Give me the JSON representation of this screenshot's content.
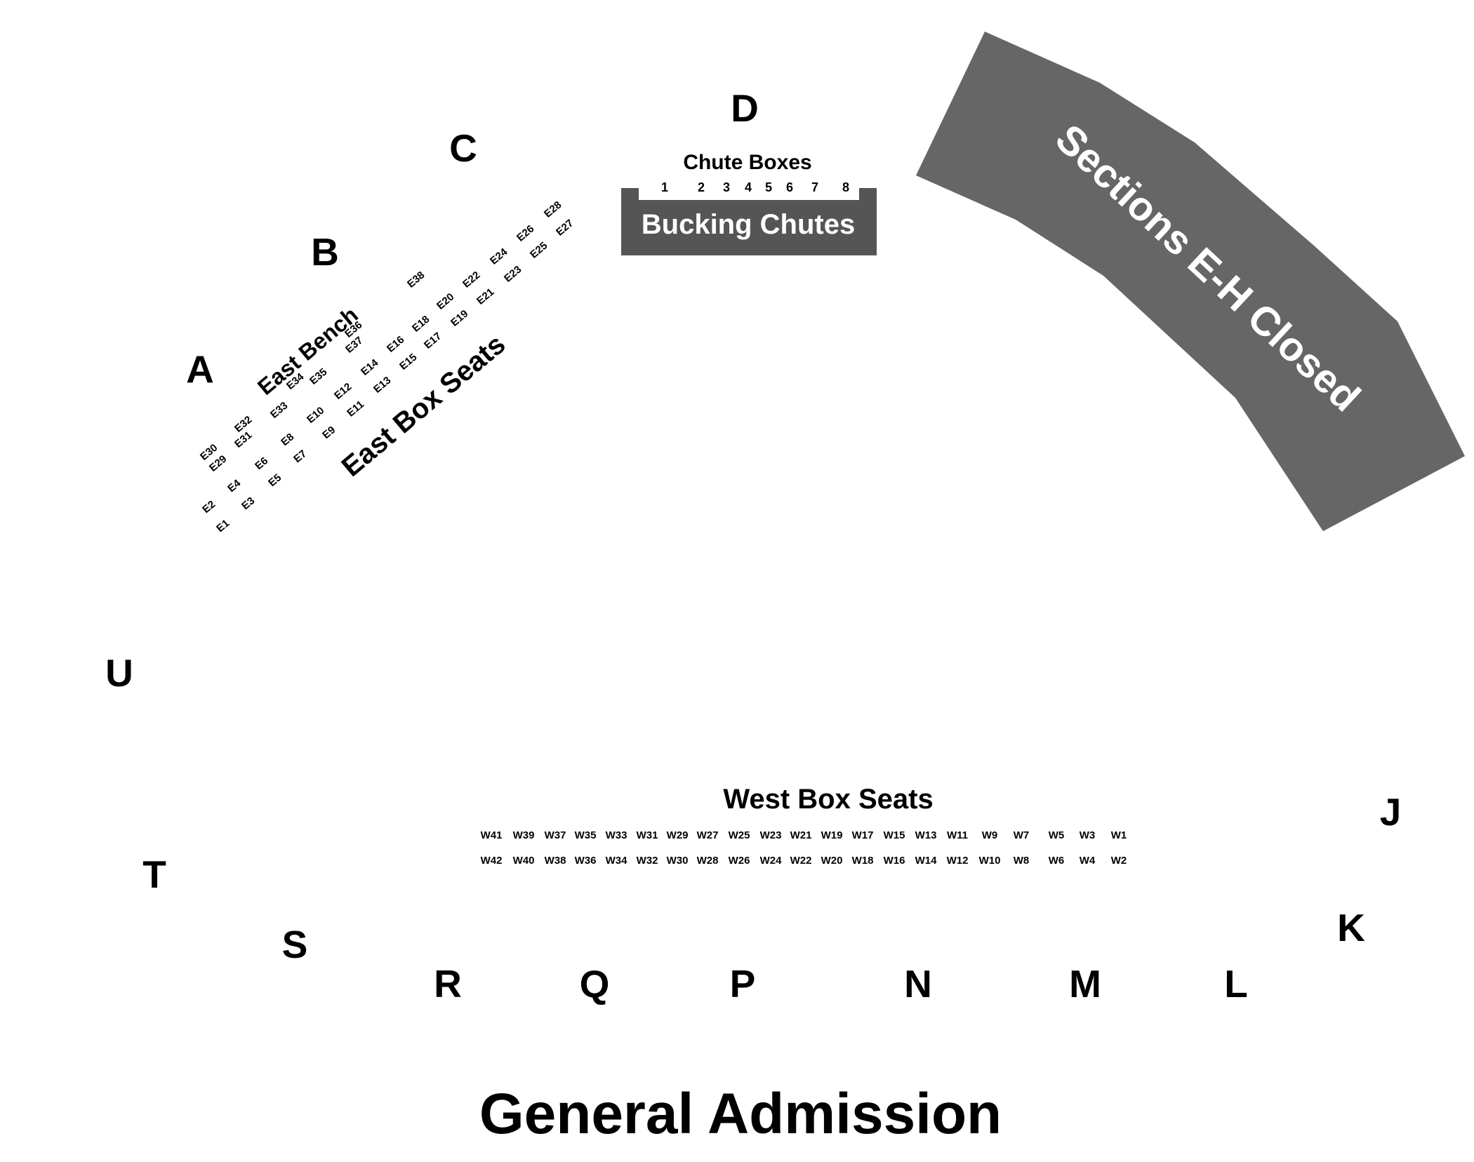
{
  "map": {
    "closed_label": "Sections E-H Closed",
    "general_admission_label": "General Admission",
    "bucking_chutes_label": "Bucking Chutes",
    "chute_boxes_label": "Chute Boxes",
    "chute_box_numbers": [
      "1",
      "2",
      "3",
      "4",
      "5",
      "6",
      "7",
      "8"
    ],
    "east_bench_label": "East Bench",
    "east_box_seats_label": "East Box Seats",
    "west_box_seats_label": "West Box Seats",
    "sections": [
      "A",
      "B",
      "C",
      "D",
      "J",
      "K",
      "L",
      "M",
      "N",
      "P",
      "Q",
      "R",
      "S",
      "T",
      "U"
    ],
    "east_box_seats": [
      "E1",
      "E2",
      "E3",
      "E4",
      "E5",
      "E6",
      "E7",
      "E8",
      "E9",
      "E10",
      "E11",
      "E12",
      "E13",
      "E14",
      "E15",
      "E16",
      "E17",
      "E18",
      "E19",
      "E20",
      "E21",
      "E22",
      "E23",
      "E24",
      "E25",
      "E26",
      "E27",
      "E28"
    ],
    "east_bench_seats": [
      "E29",
      "E30",
      "E31",
      "E32",
      "E33",
      "E34",
      "E35",
      "E36",
      "E37",
      "E38"
    ],
    "west_box_seats_top": [
      "W41",
      "W39",
      "W37",
      "W35",
      "W33",
      "W31",
      "W29",
      "W27",
      "W25",
      "W23",
      "W21",
      "W19",
      "W17",
      "W15",
      "W13",
      "W11",
      "W9",
      "W7",
      "W5",
      "W3",
      "W1"
    ],
    "west_box_seats_bottom": [
      "W42",
      "W40",
      "W38",
      "W36",
      "W34",
      "W32",
      "W30",
      "W28",
      "W26",
      "W24",
      "W22",
      "W20",
      "W18",
      "W16",
      "W14",
      "W12",
      "W10",
      "W8",
      "W6",
      "W4",
      "W2"
    ],
    "colors": {
      "closed_fill": "#666666",
      "chutes_fill": "#555555",
      "label_on_dark": "#ffffff",
      "text": "#000000",
      "background": "#ffffff"
    }
  }
}
